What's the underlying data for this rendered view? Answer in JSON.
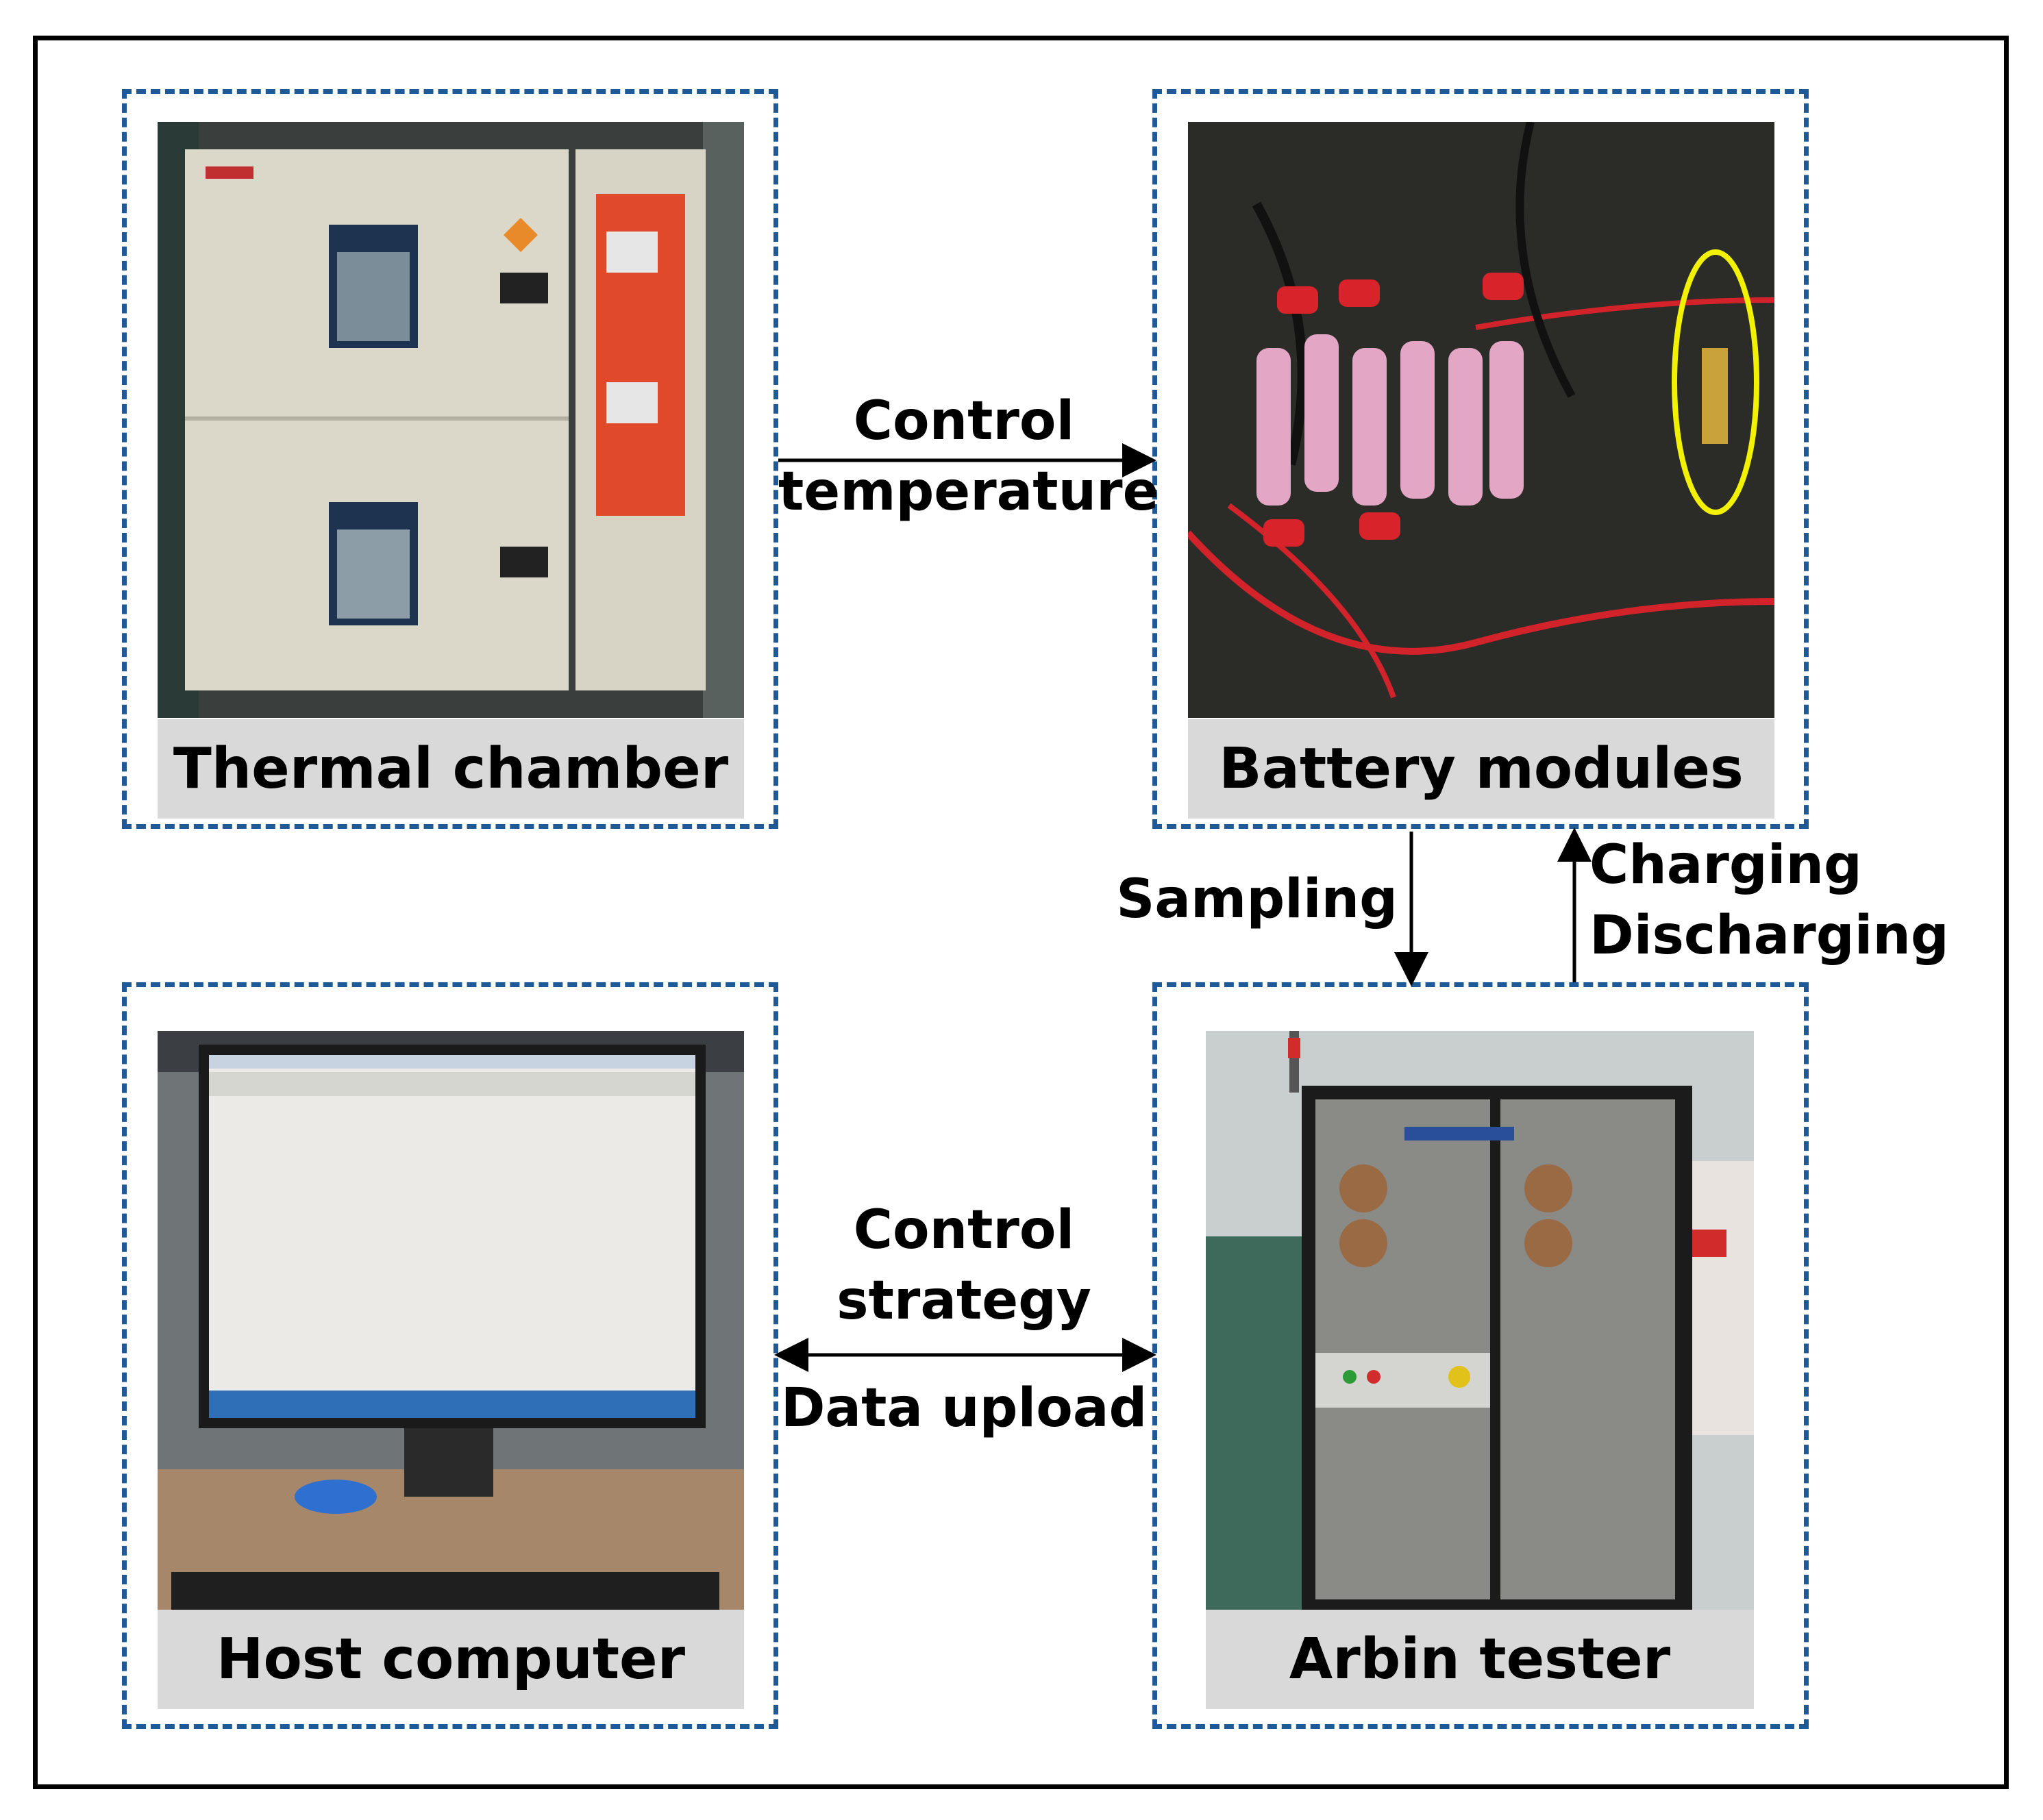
{
  "panels": {
    "thermal": {
      "caption": "Thermal chamber"
    },
    "battery": {
      "caption": "Battery modules"
    },
    "host": {
      "caption": "Host computer"
    },
    "arbin": {
      "caption": "Arbin tester"
    }
  },
  "connections": {
    "top": {
      "line1": "Control",
      "line2": "temperature"
    },
    "right_down": {
      "label": "Sampling"
    },
    "right_up": {
      "line1": "Charging",
      "line2": "Discharging"
    },
    "bottom": {
      "line1": "Control",
      "line2": "strategy",
      "line3": "Data upload"
    }
  },
  "colors": {
    "frame": "#000000",
    "panel_border": "#1f5a96",
    "caption_bg": "#d9d9d9",
    "highlight": "#f2f200"
  }
}
